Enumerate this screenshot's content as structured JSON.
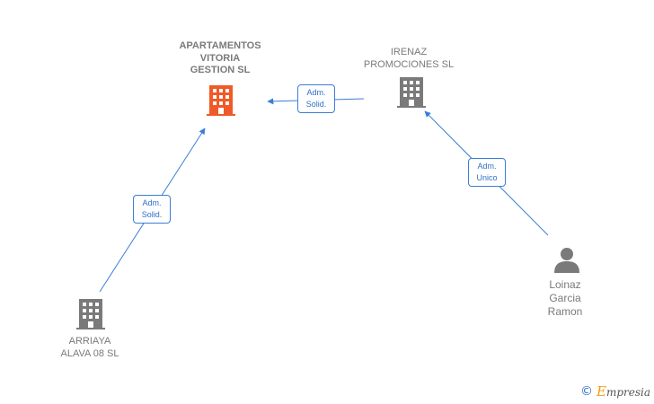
{
  "colors": {
    "arrow": "#3b7dd8",
    "company": "#7a7a7a",
    "highlight": "#f05a28",
    "person": "#7a7a7a"
  },
  "nodes": [
    {
      "id": "apartamentos",
      "kind": "company",
      "highlight": true,
      "lines": [
        "APARTAMENTOS",
        "VITORIA",
        "GESTION SL"
      ],
      "icon": "building-icon"
    },
    {
      "id": "irenaz",
      "kind": "company",
      "highlight": false,
      "lines": [
        "IRENAZ",
        "PROMOCIONES SL"
      ],
      "icon": "building-icon"
    },
    {
      "id": "arriaya",
      "kind": "company",
      "highlight": false,
      "lines": [
        "ARRIAYA",
        "ALAVA 08  SL"
      ],
      "icon": "building-icon"
    },
    {
      "id": "loinaz",
      "kind": "person",
      "highlight": false,
      "lines": [
        "Loinaz",
        "Garcia",
        "Ramon"
      ],
      "icon": "person-icon"
    }
  ],
  "edges": [
    {
      "from": "irenaz",
      "to": "apartamentos",
      "label": [
        "Adm.",
        "Solid."
      ]
    },
    {
      "from": "arriaya",
      "to": "apartamentos",
      "label": [
        "Adm.",
        "Solid."
      ]
    },
    {
      "from": "loinaz",
      "to": "irenaz",
      "label": [
        "Adm.",
        "Unico"
      ]
    }
  ],
  "watermark": {
    "symbol": "©",
    "brand_initial": "E",
    "brand_rest": "mpresia"
  }
}
